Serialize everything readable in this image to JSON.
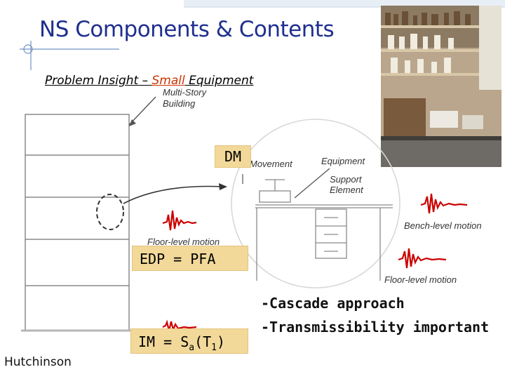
{
  "slide": {
    "title": "NS Components & Contents",
    "subtitle_prefix": "Problem Insight – ",
    "subtitle_highlight": "Small",
    "subtitle_suffix": " Equipment",
    "author": "Hutchinson"
  },
  "tags": {
    "dm": "DM",
    "edp": "EDP = PFA",
    "im_main": "IM = S",
    "im_sub_a": "a",
    "im_paren_open": "(T",
    "im_sub_1": "1",
    "im_paren_close": ")"
  },
  "notes": [
    "-Cascade approach",
    "-Transmissibility important"
  ],
  "diagram_labels": {
    "building": [
      "Multi-Story",
      "Building"
    ],
    "movement": "Movement",
    "equipment": "Equipment",
    "support": [
      "Support",
      "Element"
    ],
    "floor_motion_1": "Floor-level motion",
    "bench_motion": "Bench-level motion",
    "floor_motion_2": "Floor-level motion"
  },
  "colors": {
    "title": "#1f2f8f",
    "highlight": "#cc3300",
    "tag_fill": "#f2d99a",
    "motion": "#cc0000"
  }
}
